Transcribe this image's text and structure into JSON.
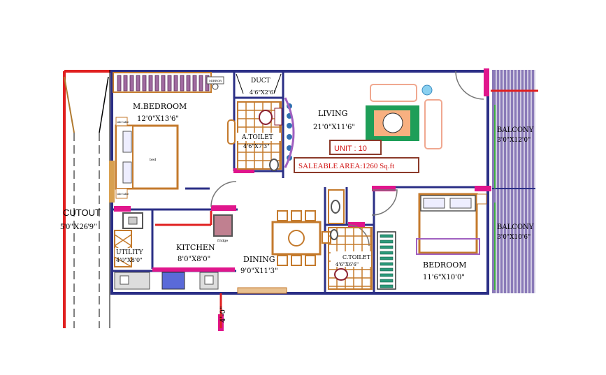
{
  "colors": {
    "wall": "#2b2f86",
    "furniture": "#c47a2c",
    "door": "#e0168c",
    "red_line": "#e02020",
    "balcony": "#8a7ab8",
    "purple_frame": "#a060c0",
    "label_box": "#8b3a2a",
    "label_text": "#d01010",
    "rug": "#1e9e58",
    "kitchen_counter": "#5a6ad8"
  },
  "rooms": {
    "master_bedroom": {
      "name": "M.BEDROOM",
      "size": "12'0\"X13'6\""
    },
    "attached_toilet": {
      "name": "A.TOILET",
      "size": "4'6\"X7'3\""
    },
    "duct": {
      "name": "DUCT",
      "size": "4'6\"X2'6\""
    },
    "living": {
      "name": "LIVING",
      "size": "21'0\"X11'6\""
    },
    "balcony_1": {
      "name": "BALCONY",
      "size": "3'0\"X12'0\""
    },
    "balcony_2": {
      "name": "BALCONY",
      "size": "3'0\"X10'6\""
    },
    "utility": {
      "name": "UTILITY",
      "size": "4'0\"X8'0\""
    },
    "kitchen": {
      "name": "KITCHEN",
      "size": "8'0\"X8'0\""
    },
    "dining": {
      "name": "DINING",
      "size": "9'0\"X11'3\""
    },
    "common_toilet": {
      "name": "C.TOILET",
      "size": "4'6\"X6'6\""
    },
    "bedroom": {
      "name": "BEDROOM",
      "size": "11'6\"X10'0\""
    },
    "cutout": {
      "name": "CUTOUT",
      "size": "5'0\"X26'9\""
    }
  },
  "labels": {
    "unit": "UNIT : 10",
    "saleable_area": "SALEABLE AREA:1260 Sq.ft",
    "mirror": "MIRROR",
    "fridge": "fridge",
    "bed": "bed",
    "side_table_1": "side table",
    "side_table_2": "side table",
    "entrance_dim": "4'-0\""
  }
}
